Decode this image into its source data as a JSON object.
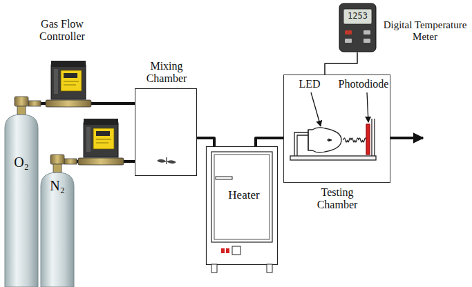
{
  "diagram": {
    "nodes": [
      {
        "text": [
          "O₂"
        ]
      },
      {
        "text": [
          "N₂"
        ]
      },
      {
        "text": [
          "Mixing Chamber"
        ]
      },
      {
        "text": [
          "Heater"
        ]
      },
      {
        "text": [
          "Testing Chamber"
        ]
      },
      {
        "text": [
          "1253",
          "Digital Temperature Meter"
        ]
      }
    ],
    "edges": [
      {
        "from": 0,
        "to": 2,
        "arrow": "none"
      },
      {
        "from": 1,
        "to": 2,
        "arrow": "none"
      },
      {
        "from": 2,
        "to": 3,
        "arrow": "none"
      },
      {
        "from": 3,
        "to": 4,
        "arrow": "none"
      },
      {
        "from": 5,
        "to": 4,
        "arrow": "none"
      }
    ],
    "labels": [
      "Gas Flow Controller",
      "LED",
      "Photodiode"
    ]
  }
}
